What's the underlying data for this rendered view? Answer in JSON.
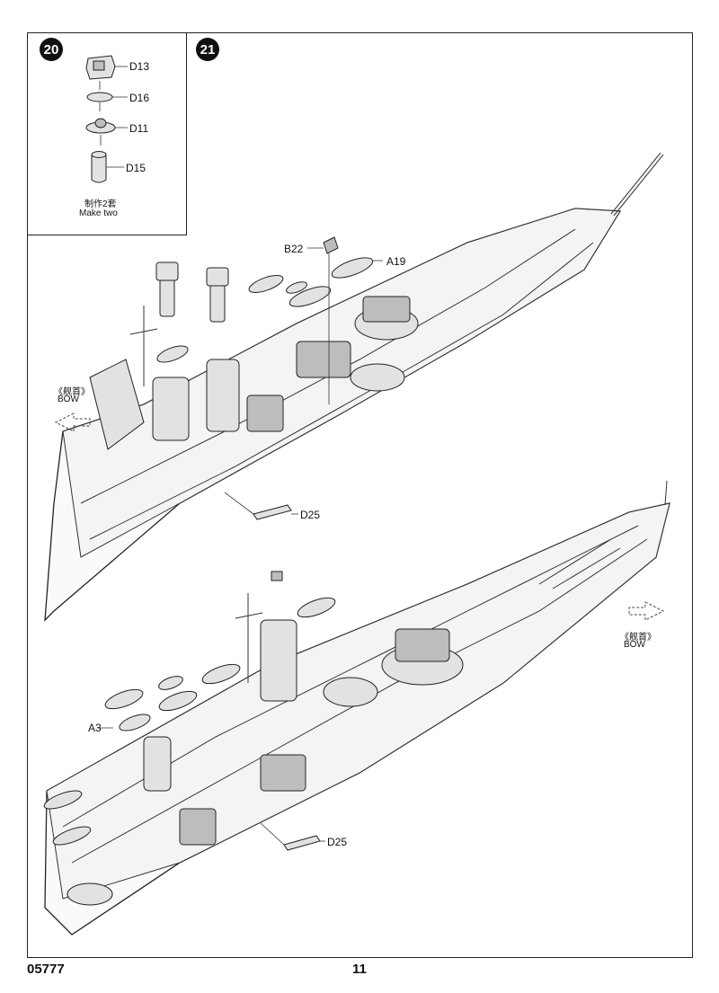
{
  "steps": {
    "step20": {
      "number": "20",
      "parts": [
        "D13",
        "D16",
        "D11",
        "D15"
      ],
      "note_cn": "制作2套",
      "note_en": "Make two"
    },
    "step21": {
      "number": "21",
      "bow_cn": "《舰首》",
      "bow_en": "BOW",
      "top_view_parts": [
        "B22",
        "A19",
        "D25"
      ],
      "bottom_view_parts": [
        "A3",
        "D25"
      ]
    }
  },
  "footer": {
    "kit_code": "05777",
    "page_number": "11"
  }
}
